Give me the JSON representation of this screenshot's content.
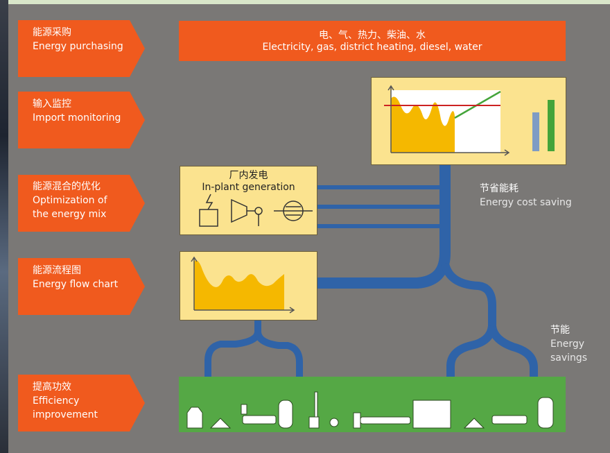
{
  "rows": [
    {
      "zh": "能源采购",
      "en": "Energy purchasing"
    },
    {
      "zh": "输入监控",
      "en": "Import monitoring"
    },
    {
      "zh": "能源混合的优化",
      "en": "Optimization of the energy mix"
    },
    {
      "zh": "能源流程图",
      "en": "Energy flow chart"
    },
    {
      "zh": "提高功效",
      "en": "Efficiency improvement"
    }
  ],
  "sources": {
    "zh": "电、气、热力、柴油、水",
    "en": "Electricity, gas, district heating, diesel, water"
  },
  "generation": {
    "zh": "厂内发电",
    "en": "In-plant generation"
  },
  "cost_saving": {
    "zh": "节省能耗",
    "en": "Energy cost saving"
  },
  "savings": {
    "zh": "节能",
    "en": "Energy savings"
  },
  "colors": {
    "orange": "#f05a1e",
    "yellow": "#fbe38f",
    "blue": "#2f63a8",
    "green": "#55a845",
    "chart_fill": "#f5b800",
    "limit_line": "#cc2222"
  }
}
